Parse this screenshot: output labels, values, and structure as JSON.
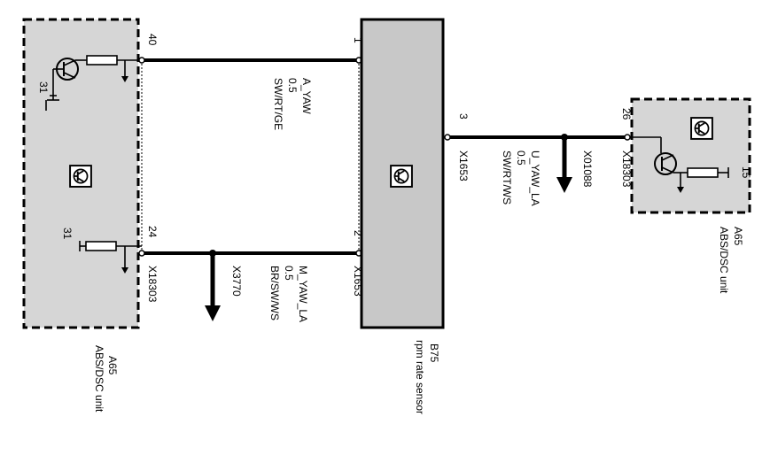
{
  "units": {
    "left_unit": {
      "code": "A65",
      "name": "ABS/DSC unit",
      "connector": "X18303",
      "pin_top": "40",
      "pin_bottom": "24",
      "ground_top": "31",
      "ground_bottom": "31"
    },
    "sensor": {
      "code": "B75",
      "name": "rpm rate sensor",
      "connector": "X1653",
      "pin_1": "1",
      "pin_2": "2",
      "pin_3": "3"
    },
    "right_unit": {
      "code": "A65",
      "name": "ABS/DSC unit",
      "connector": "X18303",
      "pin": "26",
      "supply": "15"
    }
  },
  "wires": {
    "a_yaw": {
      "signal": "A_YAW",
      "gauge": "0.5",
      "color": "SW/RT/GE"
    },
    "m_yaw": {
      "signal": "M_YAW_LA",
      "gauge": "0.5",
      "color": "BR/SW/WS",
      "splice": "X3770"
    },
    "u_yaw": {
      "signal": "U_YAW_LA",
      "gauge": "0.5",
      "color": "SW/RT/WS",
      "splice": "X01088"
    }
  },
  "colors": {
    "unit_fill": "#d6d6d6",
    "sensor_fill": "#c8c8c8",
    "line": "#000000"
  }
}
